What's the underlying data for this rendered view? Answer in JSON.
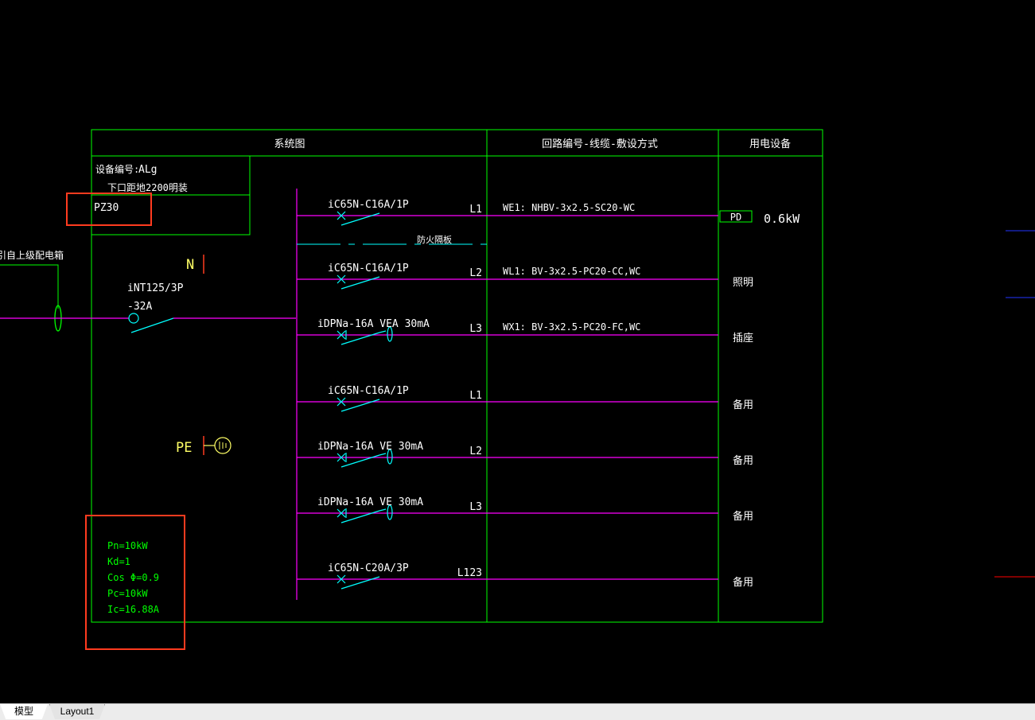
{
  "colors": {
    "background": "#000000",
    "frame": "#00ff00",
    "circuit": "#ff00ff",
    "breaker": "#00ffff",
    "text_white": "#ffffff",
    "text_yellow": "#ffff66",
    "highlight_red": "#ff3b1f",
    "accent_blue": "#2233ff",
    "accent_red": "#ff0000"
  },
  "header": {
    "system": "系统图",
    "circuit": "回路编号-线缆-敷设方式",
    "equipment": "用电设备"
  },
  "panel": {
    "id_label": "设备编号:",
    "id_value": "ALg",
    "mount": "下口距地2200明装",
    "model": "PZ30"
  },
  "incoming": {
    "source": "引自上级配电箱",
    "breaker": "iNT125/3P",
    "rating": "-32A"
  },
  "terminals": {
    "neutral": "N",
    "earth": "PE"
  },
  "partition_label": "防火隔板",
  "branches": [
    {
      "breaker": "iC65N-C16A/1P",
      "phase": "L1",
      "cable": "WE1:  NHBV-3x2.5-SC20-WC",
      "load": "0.6kW",
      "load_tag": "PD"
    },
    {
      "breaker": "iC65N-C16A/1P",
      "phase": "L2",
      "cable": "WL1:  BV-3x2.5-PC20-CC,WC",
      "load": "照明"
    },
    {
      "breaker": "iDPNa-16A VEA 30mA",
      "phase": "L3",
      "cable": "WX1:  BV-3x2.5-PC20-FC,WC",
      "load": "插座"
    },
    {
      "breaker": "iC65N-C16A/1P",
      "phase": "L1",
      "cable": "",
      "load": "备用"
    },
    {
      "breaker": "iDPNa-16A VE 30mA",
      "phase": "L2",
      "cable": "",
      "load": "备用"
    },
    {
      "breaker": "iDPNa-16A VE 30mA",
      "phase": "L3",
      "cable": "",
      "load": "备用"
    },
    {
      "breaker": "iC65N-C20A/3P",
      "phase": "L123",
      "cable": "",
      "load": "备用"
    }
  ],
  "load_calc": [
    "Pn=10kW",
    "Kd=1",
    "Cos Φ=0.9",
    "Pc=10kW",
    "Ic=16.88A"
  ],
  "tabs": {
    "model": "模型",
    "layout1": "Layout1"
  }
}
